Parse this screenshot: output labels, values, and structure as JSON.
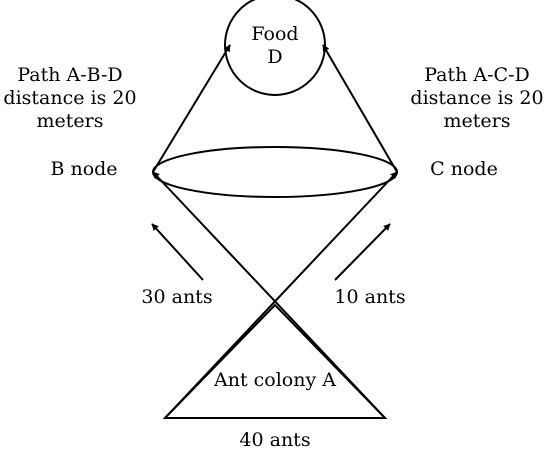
{
  "food": {
    "line1": "Food",
    "line2": "D"
  },
  "path_abd": {
    "line1": "Path A-B-D",
    "line2": "distance is 20",
    "line3": "meters"
  },
  "path_acd": {
    "line1": "Path A-C-D",
    "line2": "distance is 20",
    "line3": "meters"
  },
  "node_b_label": "B node",
  "node_c_label": "C node",
  "ants_left": "30 ants",
  "ants_right": "10 ants",
  "colony_label": "Ant colony A",
  "ants_total": "40 ants"
}
